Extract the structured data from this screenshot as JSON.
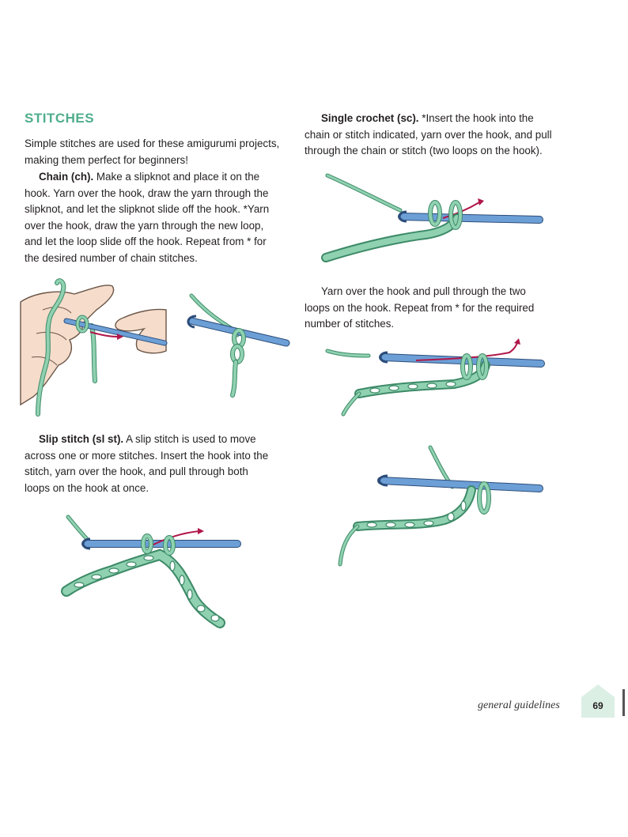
{
  "left": {
    "heading": "STITCHES",
    "intro": [
      "Simple stitches are used for these amigurumi projects,",
      "making them perfect for beginners!"
    ],
    "chain_label": "Chain (ch).",
    "chain_lines": [
      " Make a slipknot and place it on the",
      "hook. Yarn over the hook, draw the yarn through the",
      "slipknot, and let the slipknot slide off the hook. *Yarn",
      "over the hook, draw the yarn through the new loop,",
      "and let the loop slide off the hook. Repeat from * for",
      "the desired number of chain stitches."
    ],
    "slip_label": "Slip stitch (sl st).",
    "slip_lines": [
      " A slip stitch is used to move",
      "across one or more stitches. Insert the hook into the",
      "stitch, yarn over the hook, and pull through both",
      "loops on the hook at once."
    ]
  },
  "right": {
    "sc_label": "Single crochet (sc).",
    "sc_lines": [
      " *Insert the hook into the",
      "chain or stitch indicated, yarn over the hook, and pull",
      "through the chain or stitch (two loops on the hook)."
    ],
    "yo_lines": [
      "Yarn over the hook and pull through the two",
      "loops on the hook. Repeat from * for the required",
      "number of stitches."
    ]
  },
  "footer": {
    "section": "general guidelines",
    "page": "69"
  },
  "colors": {
    "heading": "#4fae8c",
    "yarn": "#8fd1b0",
    "yarn_outline": "#3d8a68",
    "hook": "#6c9fd6",
    "arrow": "#b0174a",
    "skin": "#f5dccb"
  }
}
